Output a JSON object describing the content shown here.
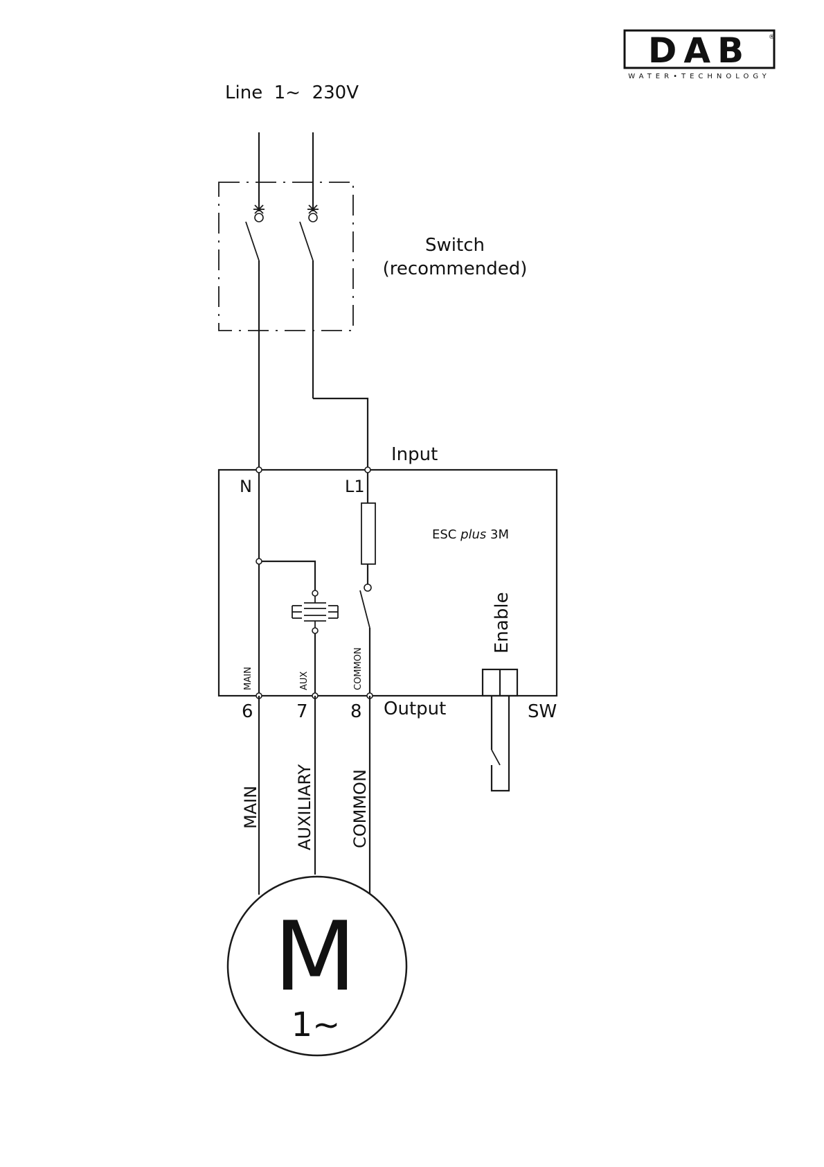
{
  "logo": {
    "brand": "DAB",
    "tagline": "WATER•TECHNOLOGY",
    "registered": "®"
  },
  "line_label": "Line  1~  230V",
  "switch_label": {
    "line1": "Switch",
    "line2": "(recommended)"
  },
  "input_label": "Input",
  "output_label": "Output",
  "controller": {
    "name_prefix": "ESC ",
    "name_italic": "plus",
    "name_suffix": " 3M"
  },
  "terminals": {
    "n": "N",
    "l1": "L1",
    "t6": "6",
    "t7": "7",
    "t8": "8",
    "sw": "SW"
  },
  "internal_labels": {
    "main": "MAIN",
    "aux": "AUX",
    "common": "COMMON"
  },
  "enable_label": "Enable",
  "cable_labels": {
    "main": "MAIN",
    "auxiliary": "AUXILIARY",
    "common": "COMMON"
  },
  "motor": {
    "symbol": "M",
    "phase": "1~"
  }
}
